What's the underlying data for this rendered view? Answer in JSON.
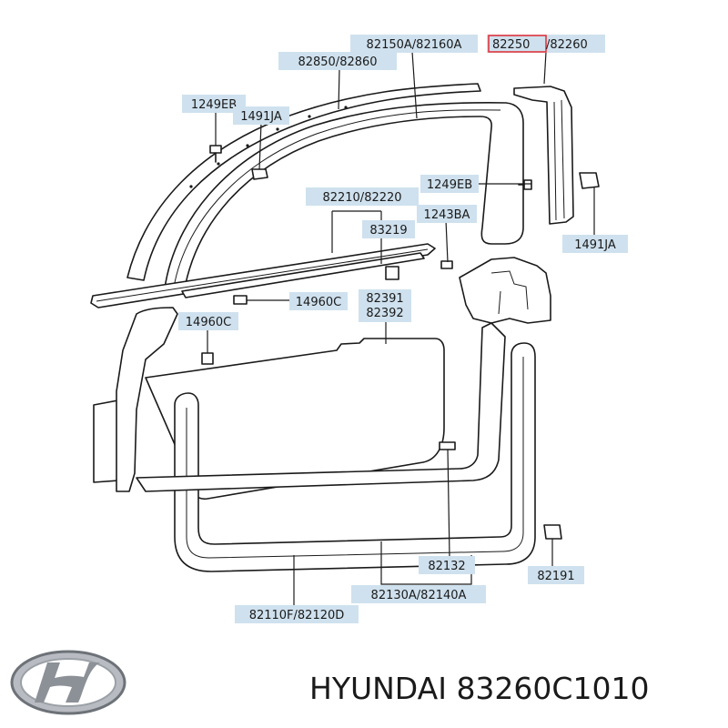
{
  "labels": {
    "l_82150A_82160A": "82150A/82160A",
    "l_82250": "82250",
    "l_slash_82260": "/82260",
    "l_82850_82860": "82850/82860",
    "l_1249EB_top": "1249EB",
    "l_1491JA_left": "1491JA",
    "l_1249EB_right": "1249EB",
    "l_82210_82220": "82210/82220",
    "l_83219": "83219",
    "l_1243BA": "1243BA",
    "l_1491JA_right": "1491JA",
    "l_14960C_right": "14960C",
    "l_14960C_left": "14960C",
    "l_82391": "82391",
    "l_82392": "82392",
    "l_82132": "82132",
    "l_82191": "82191",
    "l_82130A_82140A": "82130A/82140A",
    "l_82110F_82120D": "82110F/82120D"
  },
  "highlight_color": "#e0373f",
  "label_bg_color": "#cfe1ee",
  "brand": {
    "text": "HYUNDAI 83260C1010",
    "logo_icon": "hyundai-logo-icon"
  }
}
